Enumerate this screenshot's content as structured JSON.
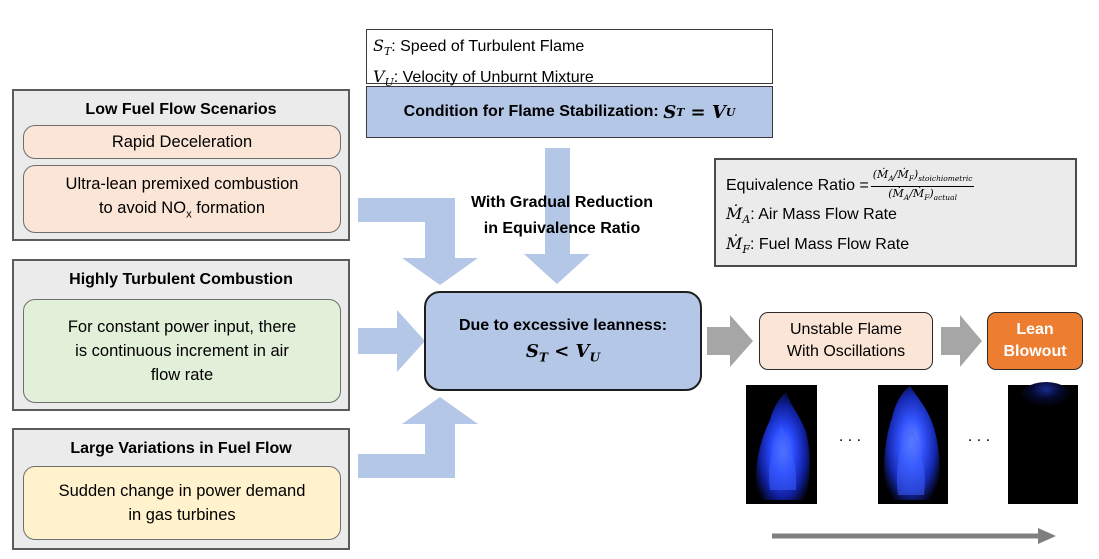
{
  "definitions": {
    "st_symbol": "S",
    "st_sub": "T",
    "st_text": ": Speed of Turbulent Flame",
    "vu_symbol": "V",
    "vu_sub": "U",
    "vu_text": ": Velocity of Unburnt Mixture"
  },
  "stabilization": {
    "label": "Condition for Flame Stabilization: ",
    "lhs": "S",
    "lhs_sub": "T",
    "op": " = ",
    "rhs": "V",
    "rhs_sub": "U"
  },
  "gradual": {
    "line1": "With Gradual Reduction",
    "line2": "in Equivalence Ratio"
  },
  "equivalence": {
    "label": "Equivalence Ratio =",
    "num": "(ṀA/ṀF)stoichiometric",
    "num_a": "(Ṁ",
    "num_a_sub": "A",
    "num_mid": "/Ṁ",
    "num_b_sub": "F",
    "num_close": ")",
    "num_tail_sub": "stoichiometric",
    "den_tail_sub": "actual",
    "air_symbol": "Ṁ",
    "air_sub": "A",
    "air_text": ": Air Mass Flow Rate",
    "fuel_symbol": "Ṁ",
    "fuel_sub": "F",
    "fuel_text": ": Fuel Mass Flow Rate"
  },
  "scenarios": [
    {
      "title": "Low Fuel Flow Scenarios",
      "items": [
        "Rapid Deceleration",
        "Ultra-lean premixed combustion"
      ],
      "item2_line2_pre": "to avoid NO",
      "item2_line2_sub": "x",
      "item2_line2_post": " formation"
    },
    {
      "title": "Highly Turbulent Combustion",
      "lines": [
        "For constant power input, there",
        "is continuous increment in air",
        "flow rate"
      ]
    },
    {
      "title": "Large Variations in Fuel Flow",
      "lines": [
        "Sudden change in power demand",
        "in gas turbines"
      ]
    }
  ],
  "center": {
    "line1": "Due to excessive leanness:",
    "lhs": "S",
    "lhs_sub": "T",
    "op": " < ",
    "rhs": "V",
    "rhs_sub": "U"
  },
  "unstable": {
    "line1": "Unstable Flame",
    "line2": "With Oscillations"
  },
  "blowout": {
    "line1": "Lean",
    "line2": "Blowout"
  },
  "ellipsis": ". . .",
  "colors": {
    "arrow_blue": "#b4c7e7",
    "center_fill": "#b4c7e7",
    "gray_arrow": "#a6a6a6",
    "blowout_fill": "#ed7d31",
    "flame": "#1a3cff"
  }
}
